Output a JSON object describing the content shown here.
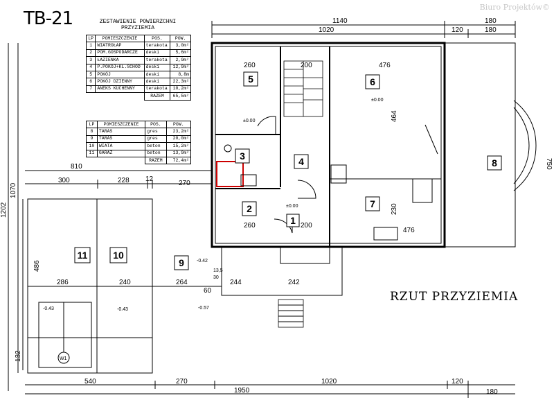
{
  "header": {
    "code": "TB-21",
    "brand": "Biuro Projektów©",
    "plan_title": "RZUT PRZYZIEMIA"
  },
  "table": {
    "title_line1": "ZESTAWIENIE POWIERZCHNI",
    "title_line2": "PRZYZIEMIA",
    "head": [
      "LP",
      "POMIESZCZENIE",
      "POS.",
      "POW."
    ],
    "rows1": [
      [
        "1",
        "WIATROŁAP",
        "terakota",
        "3,0m²"
      ],
      [
        "2",
        "POM.GOSPODARCZE",
        "deski",
        "5,6m²"
      ],
      [
        "3",
        "ŁAZIENKA",
        "terakota",
        "2,9m²"
      ],
      [
        "4",
        "P.POKÓJ+KL.SCHOD",
        "deski",
        "12,9m²"
      ],
      [
        "5",
        "POKÓJ",
        "deski",
        "8,8m"
      ],
      [
        "6",
        "POKÓJ DZIENNY",
        "deski",
        "22,3m²"
      ],
      [
        "7",
        "ANEKS KUCHENNY",
        "terakota",
        "10,2m²"
      ]
    ],
    "sum1": [
      "RAZEM",
      "65,5m²"
    ],
    "rows2": [
      [
        "8",
        "TARAS",
        "gres",
        "23,2m²"
      ],
      [
        "9",
        "TARAS",
        "gres",
        "20,0m²"
      ],
      [
        "10",
        "WIATA",
        "beton",
        "15,2m²"
      ],
      [
        "11",
        "GARAŻ",
        "beton",
        "13,9m²"
      ]
    ],
    "sum2": [
      "RAZEM",
      "72,4m²"
    ]
  },
  "rooms": [
    "1",
    "2",
    "3",
    "4",
    "5",
    "6",
    "7",
    "8",
    "9",
    "10",
    "11"
  ],
  "dims": {
    "top_total": "1140",
    "top_right": "180",
    "top_main": "1020",
    "top_120": "120",
    "top_180": "180",
    "d810": "810",
    "d300": "300",
    "d228": "228",
    "d12": "12",
    "d270": "270",
    "d260a": "260",
    "d200a": "200",
    "d476a": "476",
    "d464": "464",
    "d230": "230",
    "d476b": "476",
    "d260b": "260",
    "d200b": "200",
    "d750": "750",
    "d1070": "1070",
    "d1202": "1202",
    "d486": "486",
    "d132": "132",
    "d286": "286",
    "d240": "240",
    "d264": "264",
    "d244": "244",
    "d242": "242",
    "d60": "60",
    "d135": "13,5",
    "d30": "30",
    "b540": "540",
    "b270": "270",
    "b1020": "1020",
    "b120": "120",
    "b1950": "1950",
    "b180": "180"
  },
  "levels": {
    "l1": "±0.00",
    "l2": "±0.00",
    "l3": "±0.00",
    "l4": "-0.42",
    "l5": "-0.43",
    "l6": "-0.43",
    "l7": "-0.57"
  },
  "symbols": {
    "well": "W1"
  }
}
